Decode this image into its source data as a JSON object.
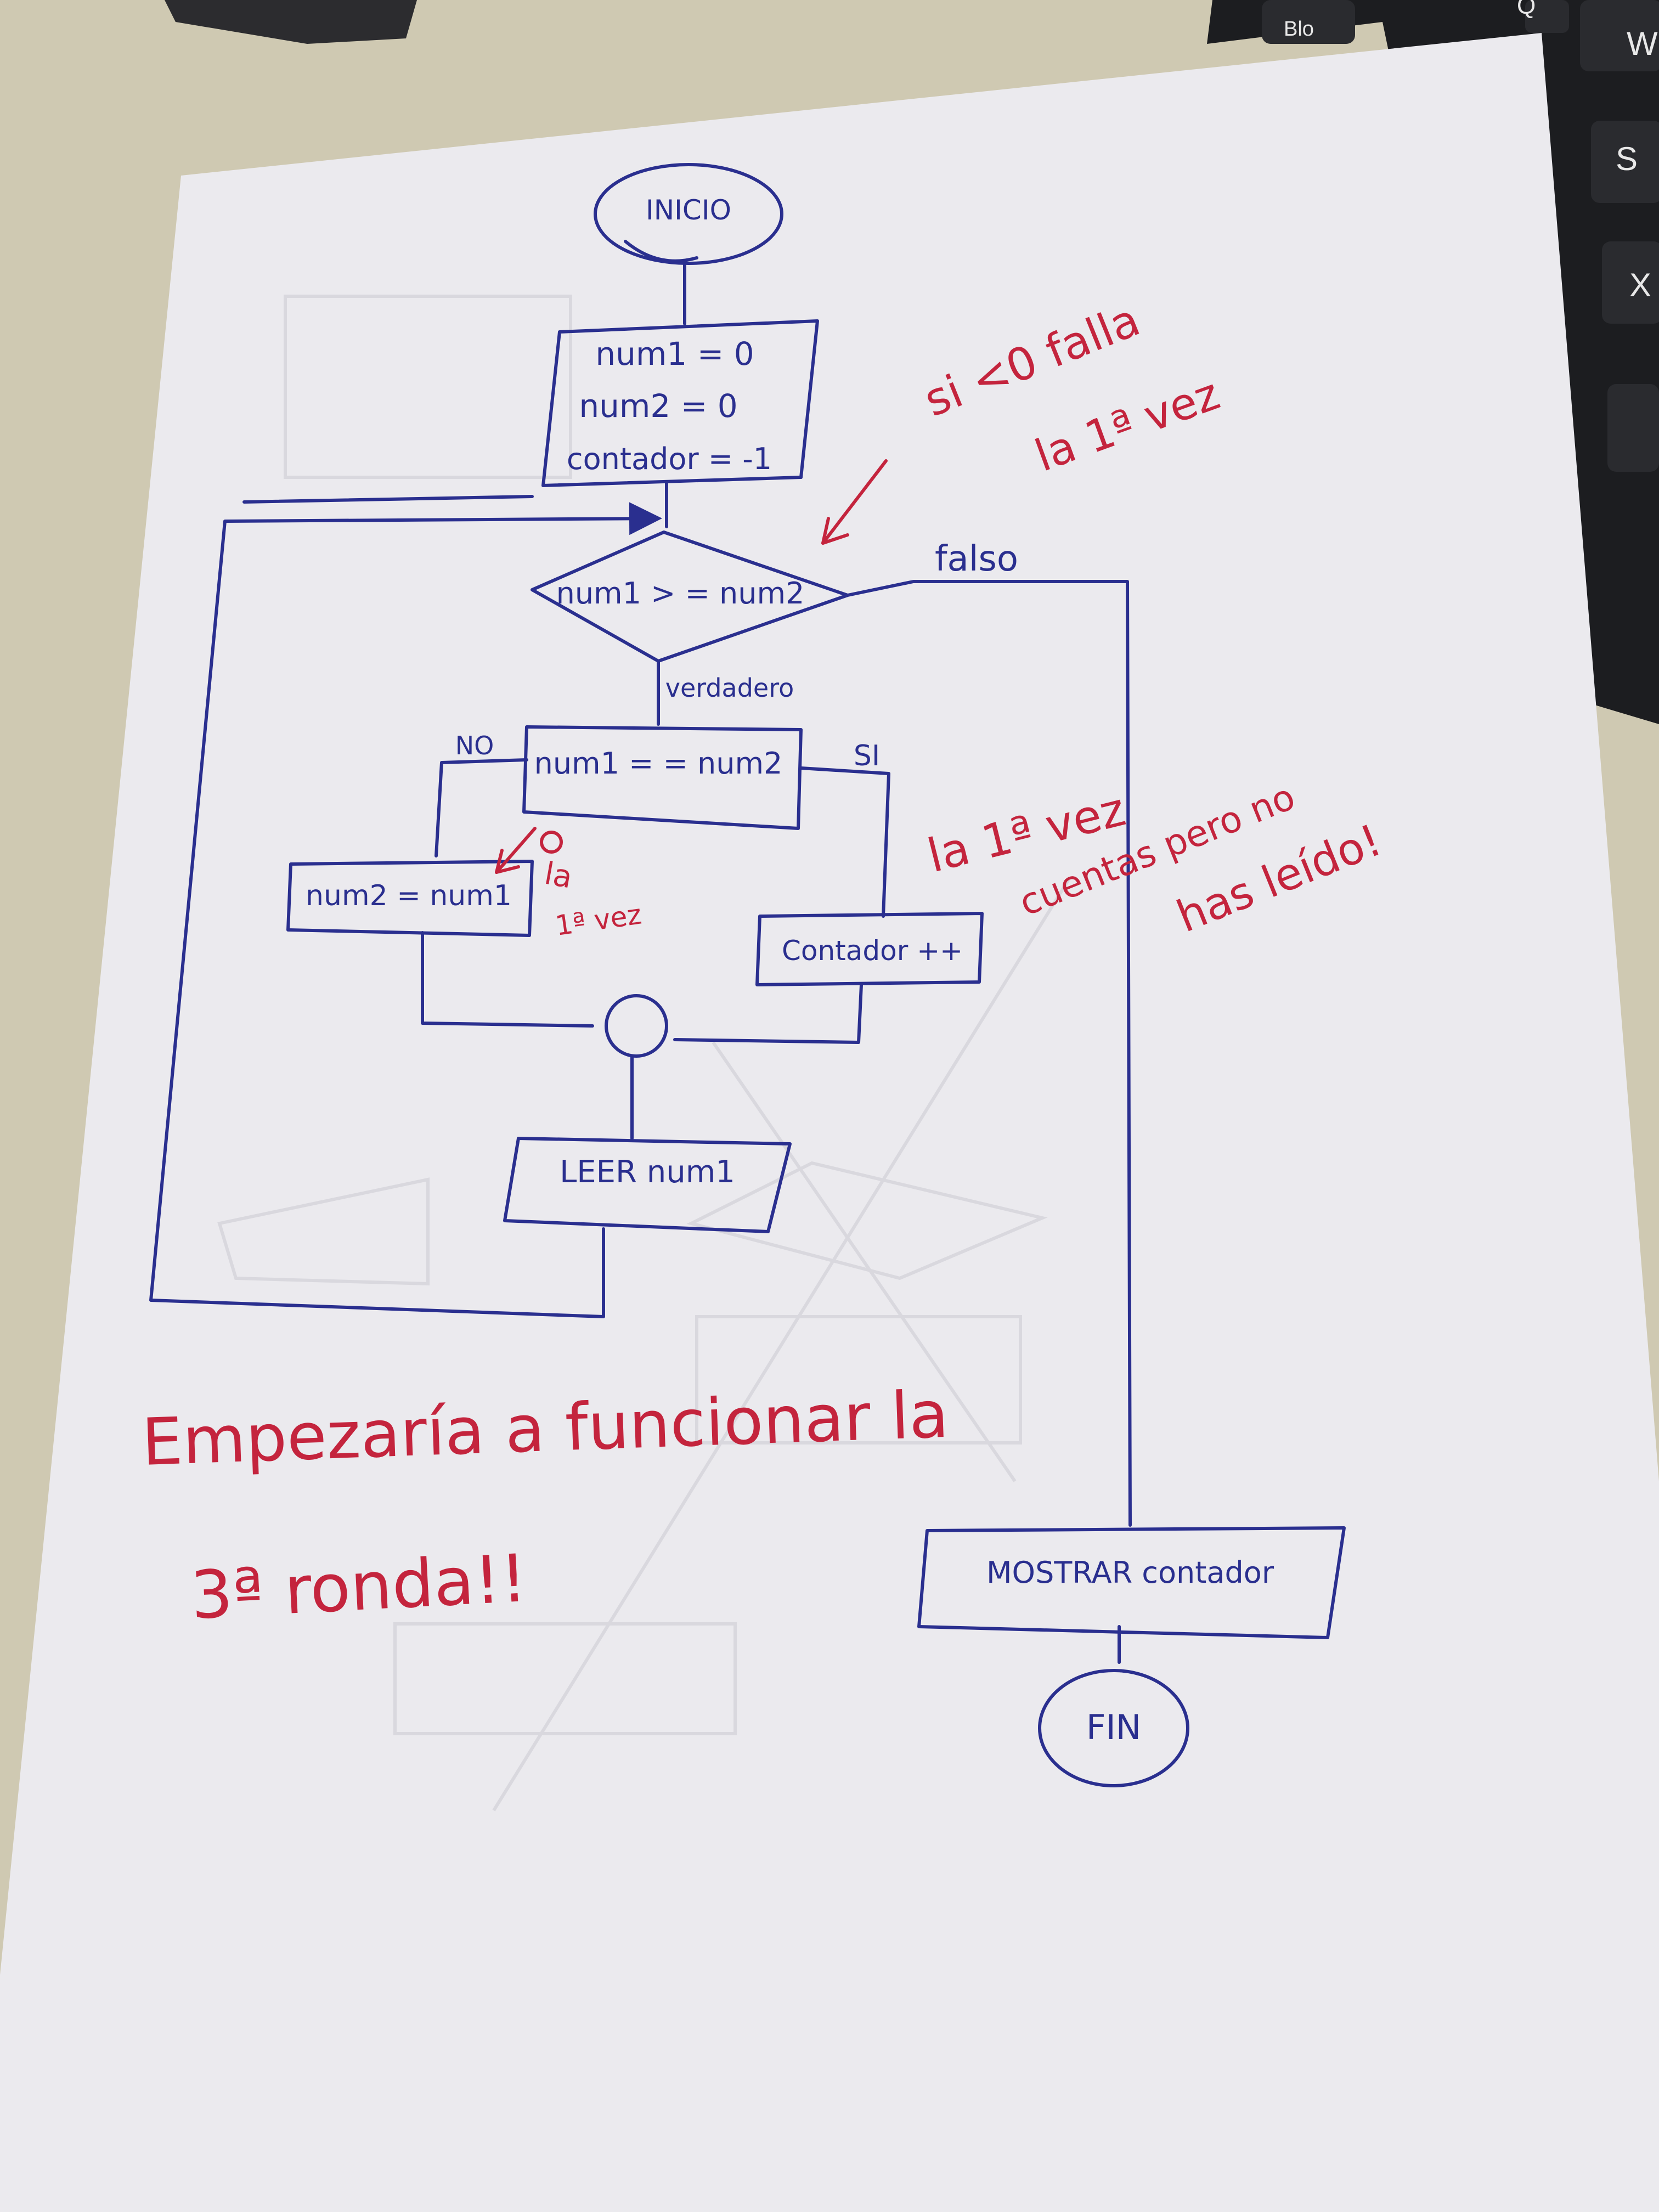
{
  "colors": {
    "desk": "#cfc9b2",
    "paper": "#ebeaee",
    "ink_blue": "#2a2f8f",
    "ink_red": "#c4243d",
    "keyboard": "#1c1d20"
  },
  "keyboard": {
    "keys": [
      "Q",
      "W",
      "S",
      "X"
    ],
    "partial_label": "Blo"
  },
  "flowchart": {
    "start": "INICIO",
    "init": [
      "num1 = 0",
      "num2 = 0",
      "contador = -1"
    ],
    "decision1": "num1 > = num2",
    "false_label": "falso",
    "true_label": "verdadero",
    "decision2": "num1 = = num2",
    "no_label": "NO",
    "si_label": "SI",
    "assign": "num2 = num1",
    "increment": "Contador ++",
    "read": "LEER num1",
    "output": "MOSTRAR contador",
    "end": "FIN"
  },
  "annotations": {
    "top_right": [
      "si <0 falla",
      "la 1ª vez"
    ],
    "left_small": [
      "la",
      "1ª vez"
    ],
    "middle_right": [
      "la 1ª vez",
      "cuentas pero no",
      "has leído!"
    ],
    "bottom": [
      "Empezaría a funcionar la",
      "3ª ronda!!"
    ]
  }
}
